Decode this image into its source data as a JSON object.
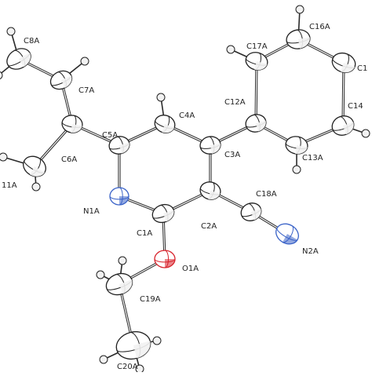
{
  "molecule": {
    "atoms": [
      {
        "id": "C1A",
        "el": "C",
        "label": "C1A"
      },
      {
        "id": "C2A",
        "el": "C",
        "label": "C2A"
      },
      {
        "id": "C3A",
        "el": "C",
        "label": "C3A"
      },
      {
        "id": "C4A",
        "el": "C",
        "label": "C4A"
      },
      {
        "id": "C5A",
        "el": "C",
        "label": "C5A"
      },
      {
        "id": "N1A",
        "el": "N",
        "label": "N1A"
      },
      {
        "id": "C6A",
        "el": "C",
        "label": "C6A"
      },
      {
        "id": "C7A",
        "el": "C",
        "label": "C7A"
      },
      {
        "id": "C8A",
        "el": "C",
        "label": "C8A"
      },
      {
        "id": "C11A",
        "el": "C",
        "label": "11A"
      },
      {
        "id": "C12A",
        "el": "C",
        "label": "C12A"
      },
      {
        "id": "C13A",
        "el": "C",
        "label": "C13A"
      },
      {
        "id": "C14A",
        "el": "C",
        "label": "C14"
      },
      {
        "id": "C15A",
        "el": "C",
        "label": "C1"
      },
      {
        "id": "C16A",
        "el": "C",
        "label": "C16A"
      },
      {
        "id": "C17A",
        "el": "C",
        "label": "C17A"
      },
      {
        "id": "C18A",
        "el": "C",
        "label": "C18A"
      },
      {
        "id": "N2A",
        "el": "N",
        "label": "N2A"
      },
      {
        "id": "O1A",
        "el": "O",
        "label": "O1A"
      },
      {
        "id": "C19A",
        "el": "C",
        "label": "C19A"
      },
      {
        "id": "C20A",
        "el": "C",
        "label": "C20A"
      }
    ],
    "colors": {
      "carbon": "#f2f2f2",
      "nitrogen": "#3a63c8",
      "oxygen": "#d8222b",
      "bond": "#2a2a2a",
      "hydrogen": "#f2f2f2"
    }
  }
}
